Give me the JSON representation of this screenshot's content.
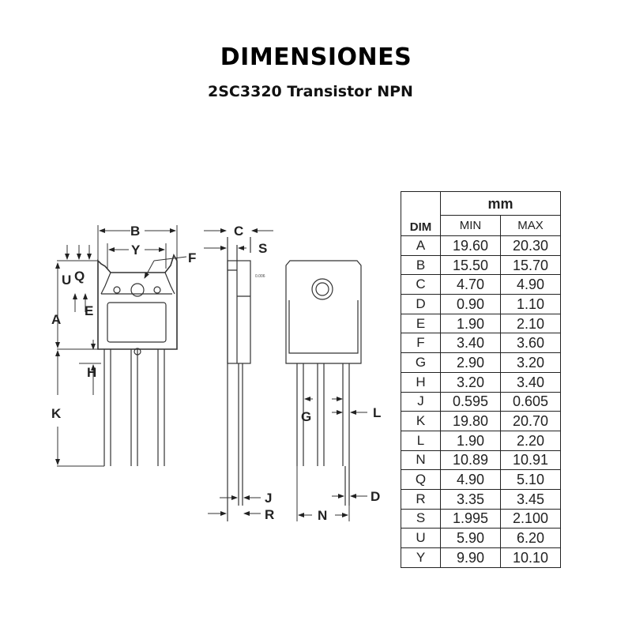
{
  "header": {
    "title": "DIMENSIONES",
    "subtitle": "2SC3320 Transistor NPN"
  },
  "diagram": {
    "labels": {
      "A": "A",
      "B": "B",
      "C": "C",
      "D": "D",
      "E": "E",
      "F": "F",
      "G": "G",
      "H": "H",
      "J": "J",
      "K": "K",
      "L": "L",
      "N": "N",
      "Q": "Q",
      "R": "R",
      "S": "S",
      "U": "U",
      "Y": "Y"
    },
    "tolerance": "0.006"
  },
  "table": {
    "unit": "mm",
    "columns": [
      "DIM",
      "MIN",
      "MAX"
    ],
    "rows": [
      {
        "dim": "A",
        "min": "19.60",
        "max": "20.30"
      },
      {
        "dim": "B",
        "min": "15.50",
        "max": "15.70"
      },
      {
        "dim": "C",
        "min": "4.70",
        "max": "4.90"
      },
      {
        "dim": "D",
        "min": "0.90",
        "max": "1.10"
      },
      {
        "dim": "E",
        "min": "1.90",
        "max": "2.10"
      },
      {
        "dim": "F",
        "min": "3.40",
        "max": "3.60"
      },
      {
        "dim": "G",
        "min": "2.90",
        "max": "3.20"
      },
      {
        "dim": "H",
        "min": "3.20",
        "max": "3.40"
      },
      {
        "dim": "J",
        "min": "0.595",
        "max": "0.605"
      },
      {
        "dim": "K",
        "min": "19.80",
        "max": "20.70"
      },
      {
        "dim": "L",
        "min": "1.90",
        "max": "2.20"
      },
      {
        "dim": "N",
        "min": "10.89",
        "max": "10.91"
      },
      {
        "dim": "Q",
        "min": "4.90",
        "max": "5.10"
      },
      {
        "dim": "R",
        "min": "3.35",
        "max": "3.45"
      },
      {
        "dim": "S",
        "min": "1.995",
        "max": "2.100"
      },
      {
        "dim": "U",
        "min": "5.90",
        "max": "6.20"
      },
      {
        "dim": "Y",
        "min": "9.90",
        "max": "10.10"
      }
    ]
  }
}
